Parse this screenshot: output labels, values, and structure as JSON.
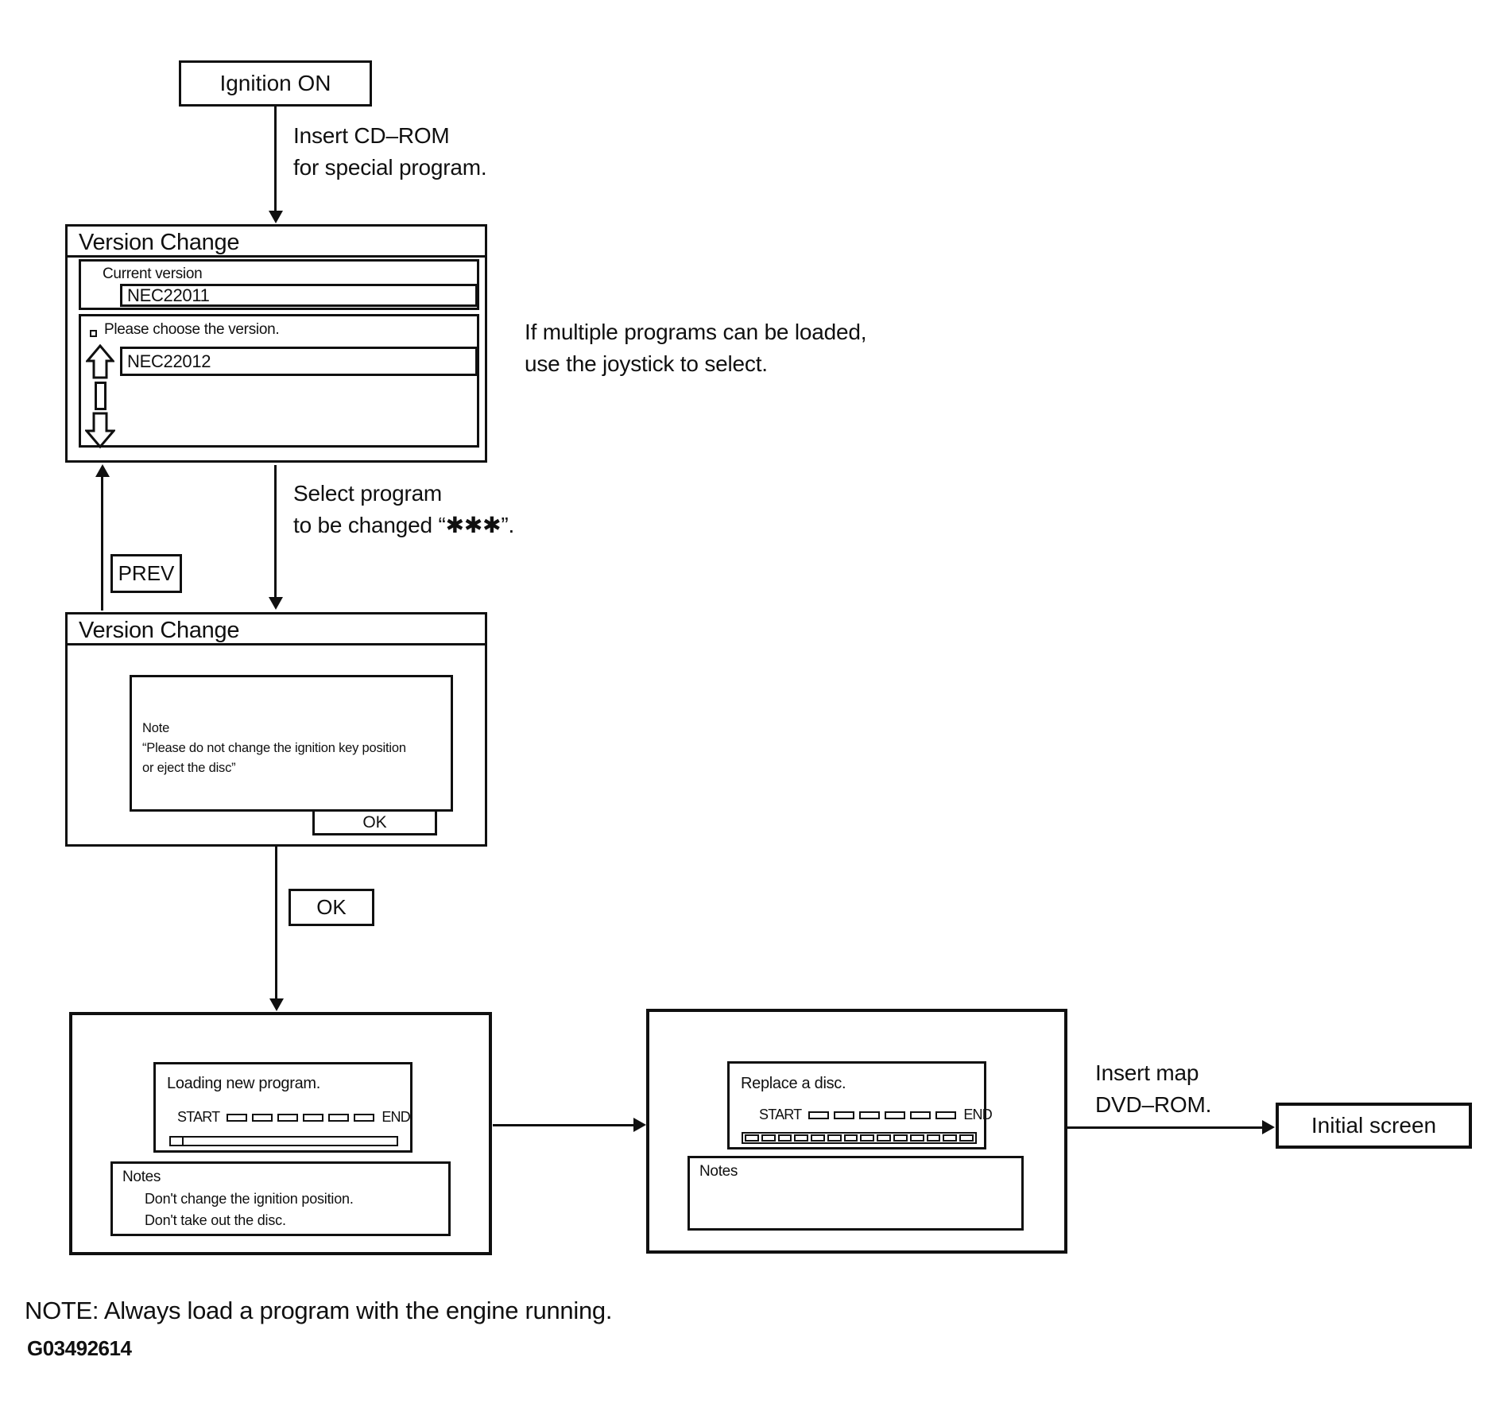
{
  "page": {
    "background": "#ffffff",
    "ink": "#101010"
  },
  "flow": {
    "ignition_box": "Ignition ON",
    "insert_cdrom_note": [
      "Insert CD–ROM",
      "for special program."
    ],
    "joystick_note": [
      "If multiple programs can be loaded,",
      "use the joystick to select."
    ],
    "select_program_note": [
      "Select program",
      "to be changed “✱✱✱”."
    ],
    "prev_button": "PREV",
    "ok_button": "OK",
    "insert_dvd_note": [
      "Insert map",
      "DVD–ROM."
    ],
    "initial_screen_box": "Initial screen"
  },
  "screens": {
    "version_select": {
      "title": "Version Change",
      "current_version_label": "Current version",
      "current_version_value": "NEC22011",
      "choose_prompt": "Please choose the version.",
      "choose_value": "NEC22012"
    },
    "confirm": {
      "title": "Version Change",
      "note_heading": "Note",
      "note_lines": [
        "“Please do not change the ignition key position",
        "or eject the disc”"
      ],
      "ok_label": "OK"
    },
    "loading": {
      "dialog_title": "Loading new program.",
      "start_label": "START",
      "end_label": "END",
      "strip_segments": 6,
      "bar_cells": 1,
      "notes_heading": "Notes",
      "notes_lines": [
        "Don't change the ignition position.",
        "Don't take out the disc."
      ]
    },
    "replace": {
      "dialog_title": "Replace a disc.",
      "start_label": "START",
      "end_label": "END",
      "strip_segments": 6,
      "bar_cells": 14,
      "notes_heading": "Notes"
    }
  },
  "icons": {
    "scroll_up": "⇧",
    "scroll_down": "⇩",
    "choose_bullet": "▫"
  },
  "footer": {
    "note": "NOTE: Always load a program with the engine running.",
    "figure_id": "G03492614"
  }
}
